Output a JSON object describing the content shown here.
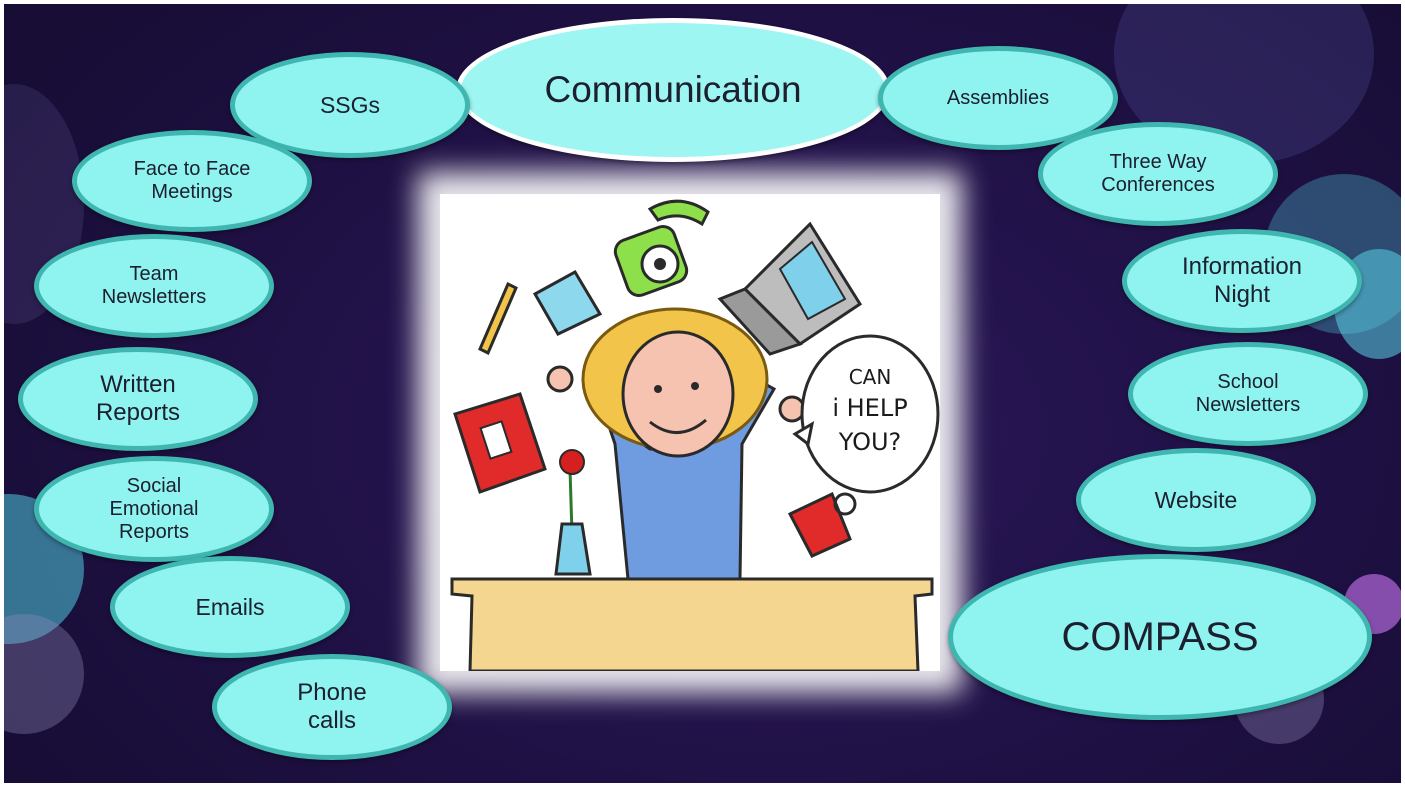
{
  "diagram": {
    "center": "Communication",
    "nodes": [
      "SSGs",
      "Face to Face\nMeetings",
      "Team\nNewsletters",
      "Written\nReports",
      "Social\nEmotional\nReports",
      "Emails",
      "Phone\ncalls",
      "Assemblies",
      "Three Way\nConferences",
      "Information\nNight",
      "School\nNewsletters",
      "Website",
      "COMPASS"
    ]
  },
  "illustration": {
    "speech_bubble": [
      "CAN",
      "i HELP",
      "YOU?"
    ]
  },
  "colors": {
    "oval_fill": "#8ff3f0",
    "oval_border": "#3fb6b0",
    "background": "#22124a"
  }
}
